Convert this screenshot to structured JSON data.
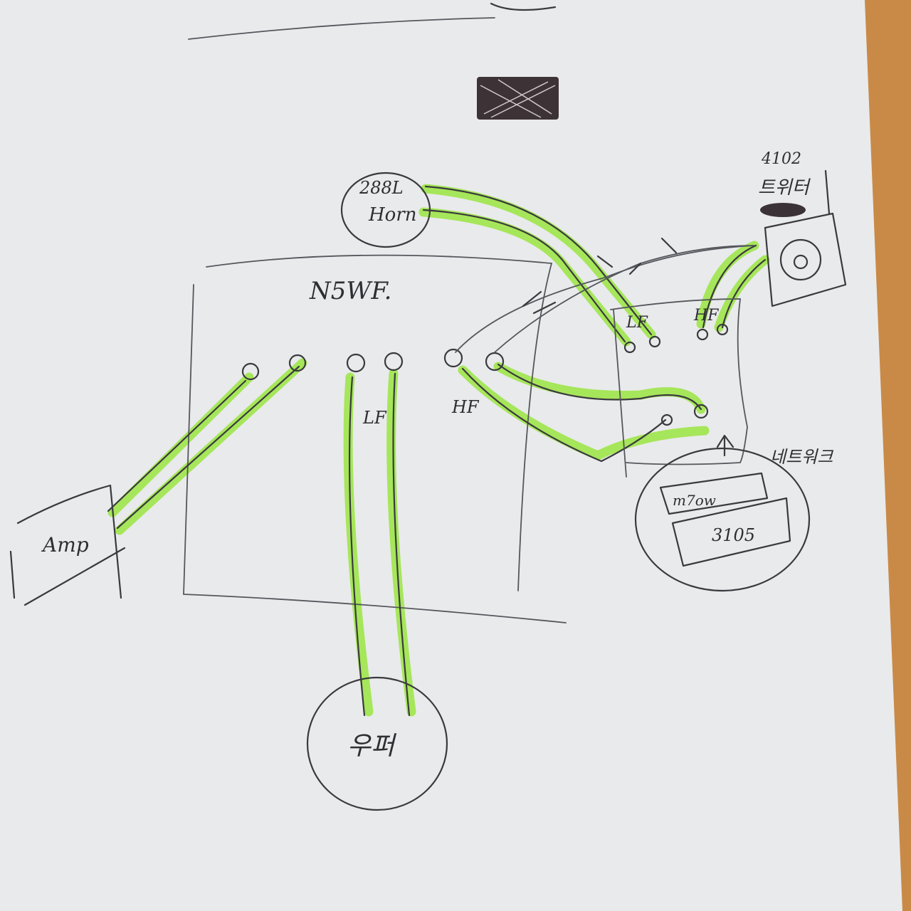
{
  "diagram": {
    "title": "Speaker wiring sketch",
    "labels": {
      "horn_model": "288L",
      "horn": "Horn",
      "network_model": "N5WF.",
      "tweeter_model": "4102",
      "tweeter": "트위터",
      "lf_top": "LF",
      "hf_top": "HF",
      "lf_mid": "LF",
      "hf_mid": "HF",
      "amp": "Amp",
      "woofer": "우퍼",
      "network": "네트워크",
      "crossover_part": "m7ow",
      "crossover_model": "3105"
    },
    "colors": {
      "highlighter": "#9fe64a",
      "ink": "#3a3a3e",
      "paper": "#e9eaec",
      "desk": "#c98a48"
    }
  }
}
